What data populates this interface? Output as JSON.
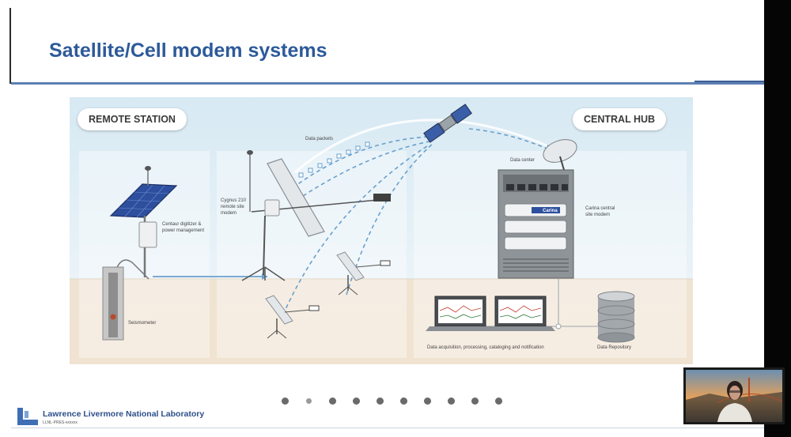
{
  "slide": {
    "title": "Satellite/Cell modem systems"
  },
  "diagram": {
    "remote_station_label": "REMOTE STATION",
    "central_hub_label": "CENTRAL HUB",
    "data_packets_label": "Data packets",
    "centaur_label": "Centaur digitizer & power management",
    "seismometer_label": "Seismometer",
    "cygnus_label": "Cygnus 210 remote site modem",
    "data_center_label": "Data center",
    "carina_label": "Carina central site modem",
    "carina_badge": "Carina",
    "acquisition_label": "Data acquisition, processing, cataloging and notification",
    "repository_label": "Data Repository"
  },
  "pagination": {
    "count": 10,
    "active_index": 1
  },
  "footer": {
    "lab_name": "Lawrence Livermore National Laboratory",
    "doc_code": "LLNL-PRES-xxxxxx"
  },
  "colors": {
    "title": "#2d5a9a",
    "rule": "#5d7fb3",
    "lab_blue": "#2d4f8a",
    "packet": "#6aa0cc"
  }
}
